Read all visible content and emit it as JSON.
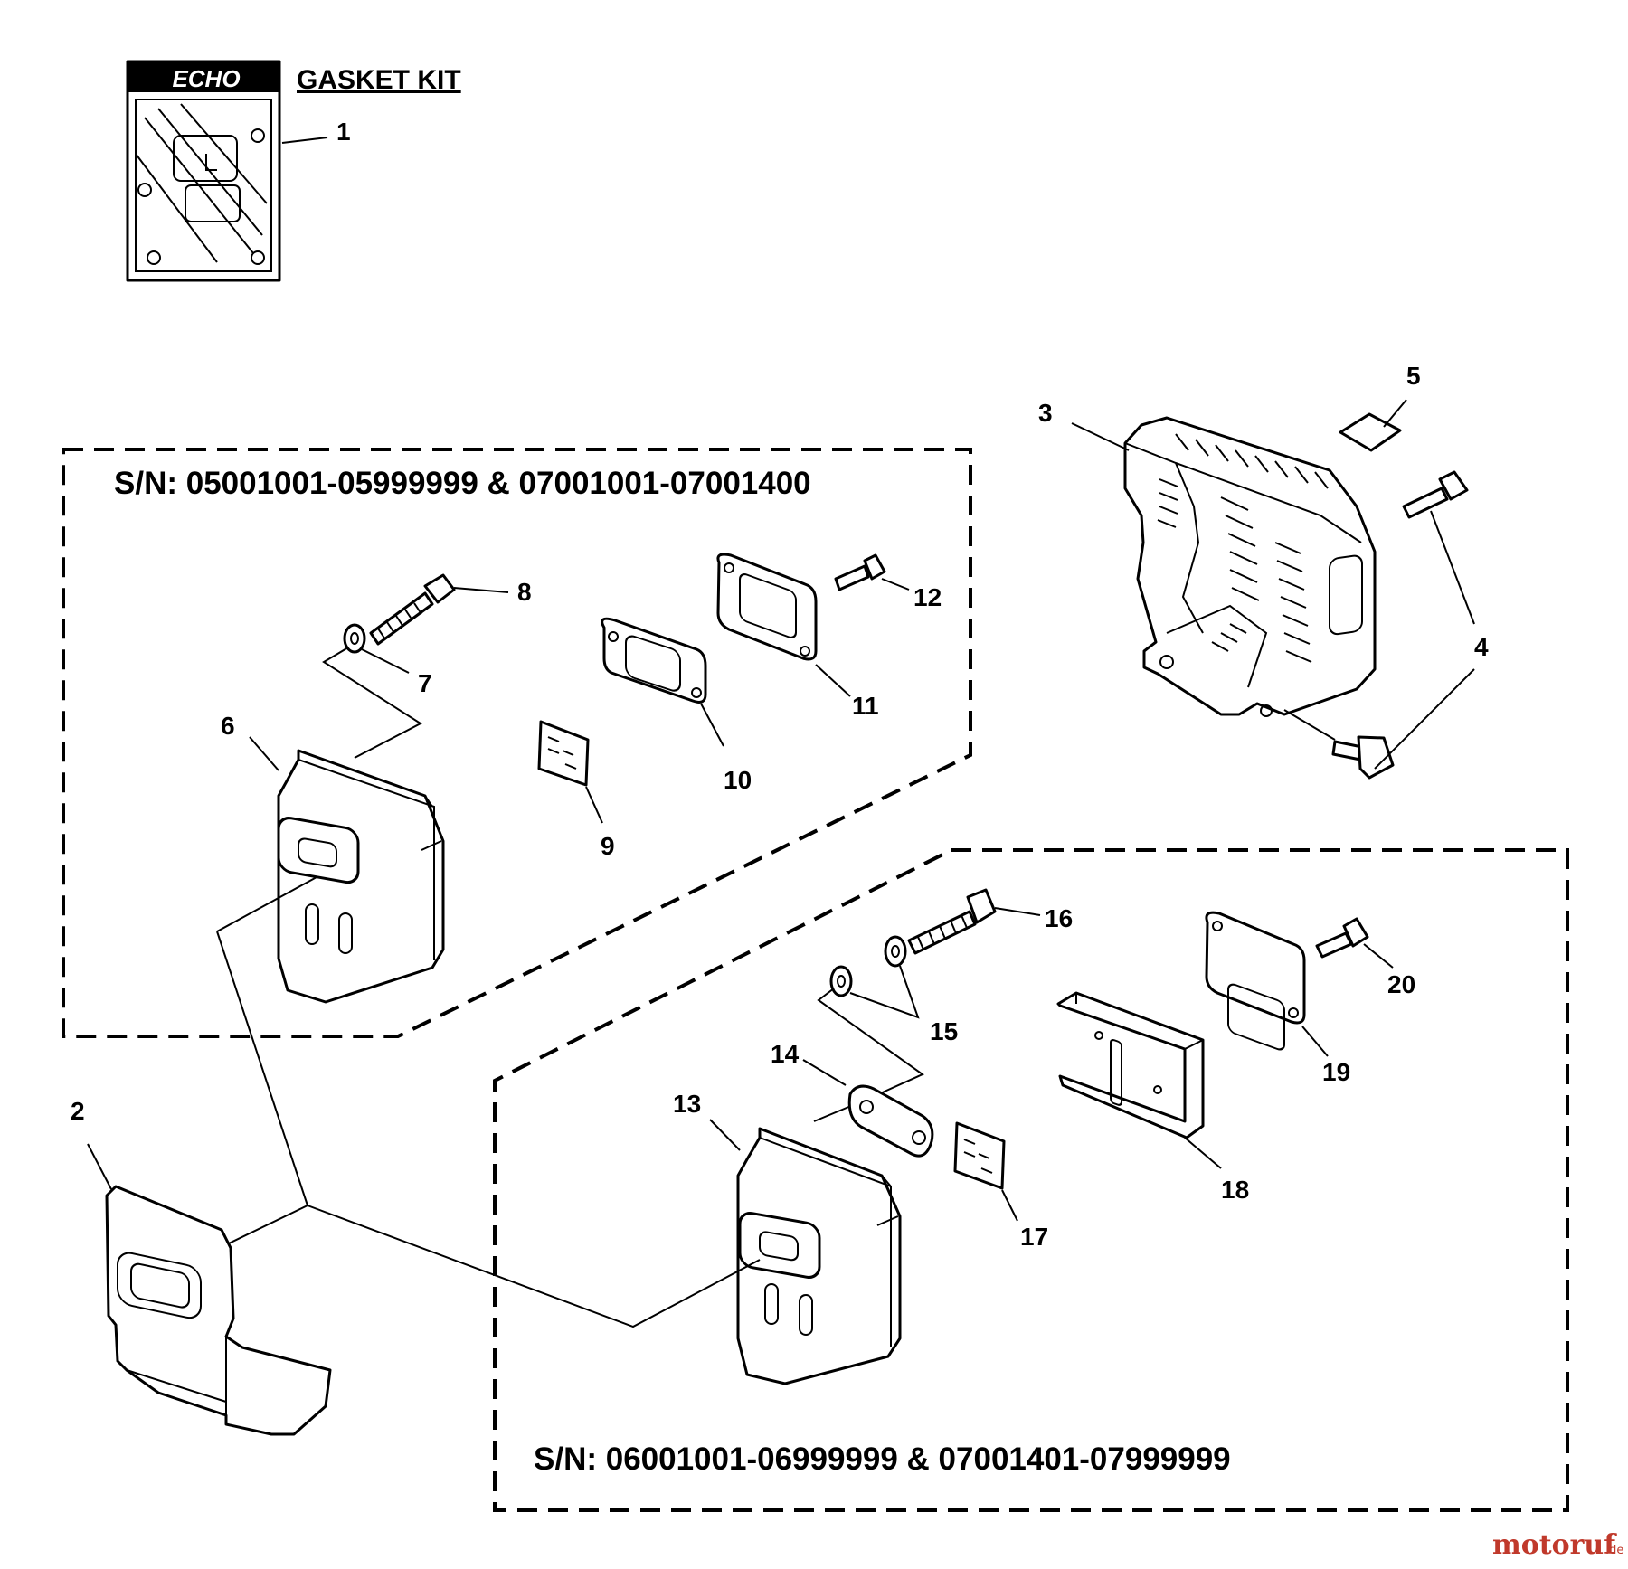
{
  "gasket_kit": {
    "title": "GASKET KIT",
    "brand_logo": "ECHO",
    "item": "1"
  },
  "serial_range_a": "S/N: 05001001-05999999 & 07001001-07001400",
  "serial_range_b": "S/N: 06001001-06999999 & 07001401-07999999",
  "callouts": [
    "1",
    "2",
    "3",
    "4",
    "5",
    "6",
    "7",
    "8",
    "9",
    "10",
    "11",
    "12",
    "13",
    "14",
    "15",
    "16",
    "17",
    "18",
    "19",
    "20"
  ],
  "watermark": {
    "brand": "motoruf",
    "tld": ".de",
    "brand_color": "#c0392b"
  }
}
